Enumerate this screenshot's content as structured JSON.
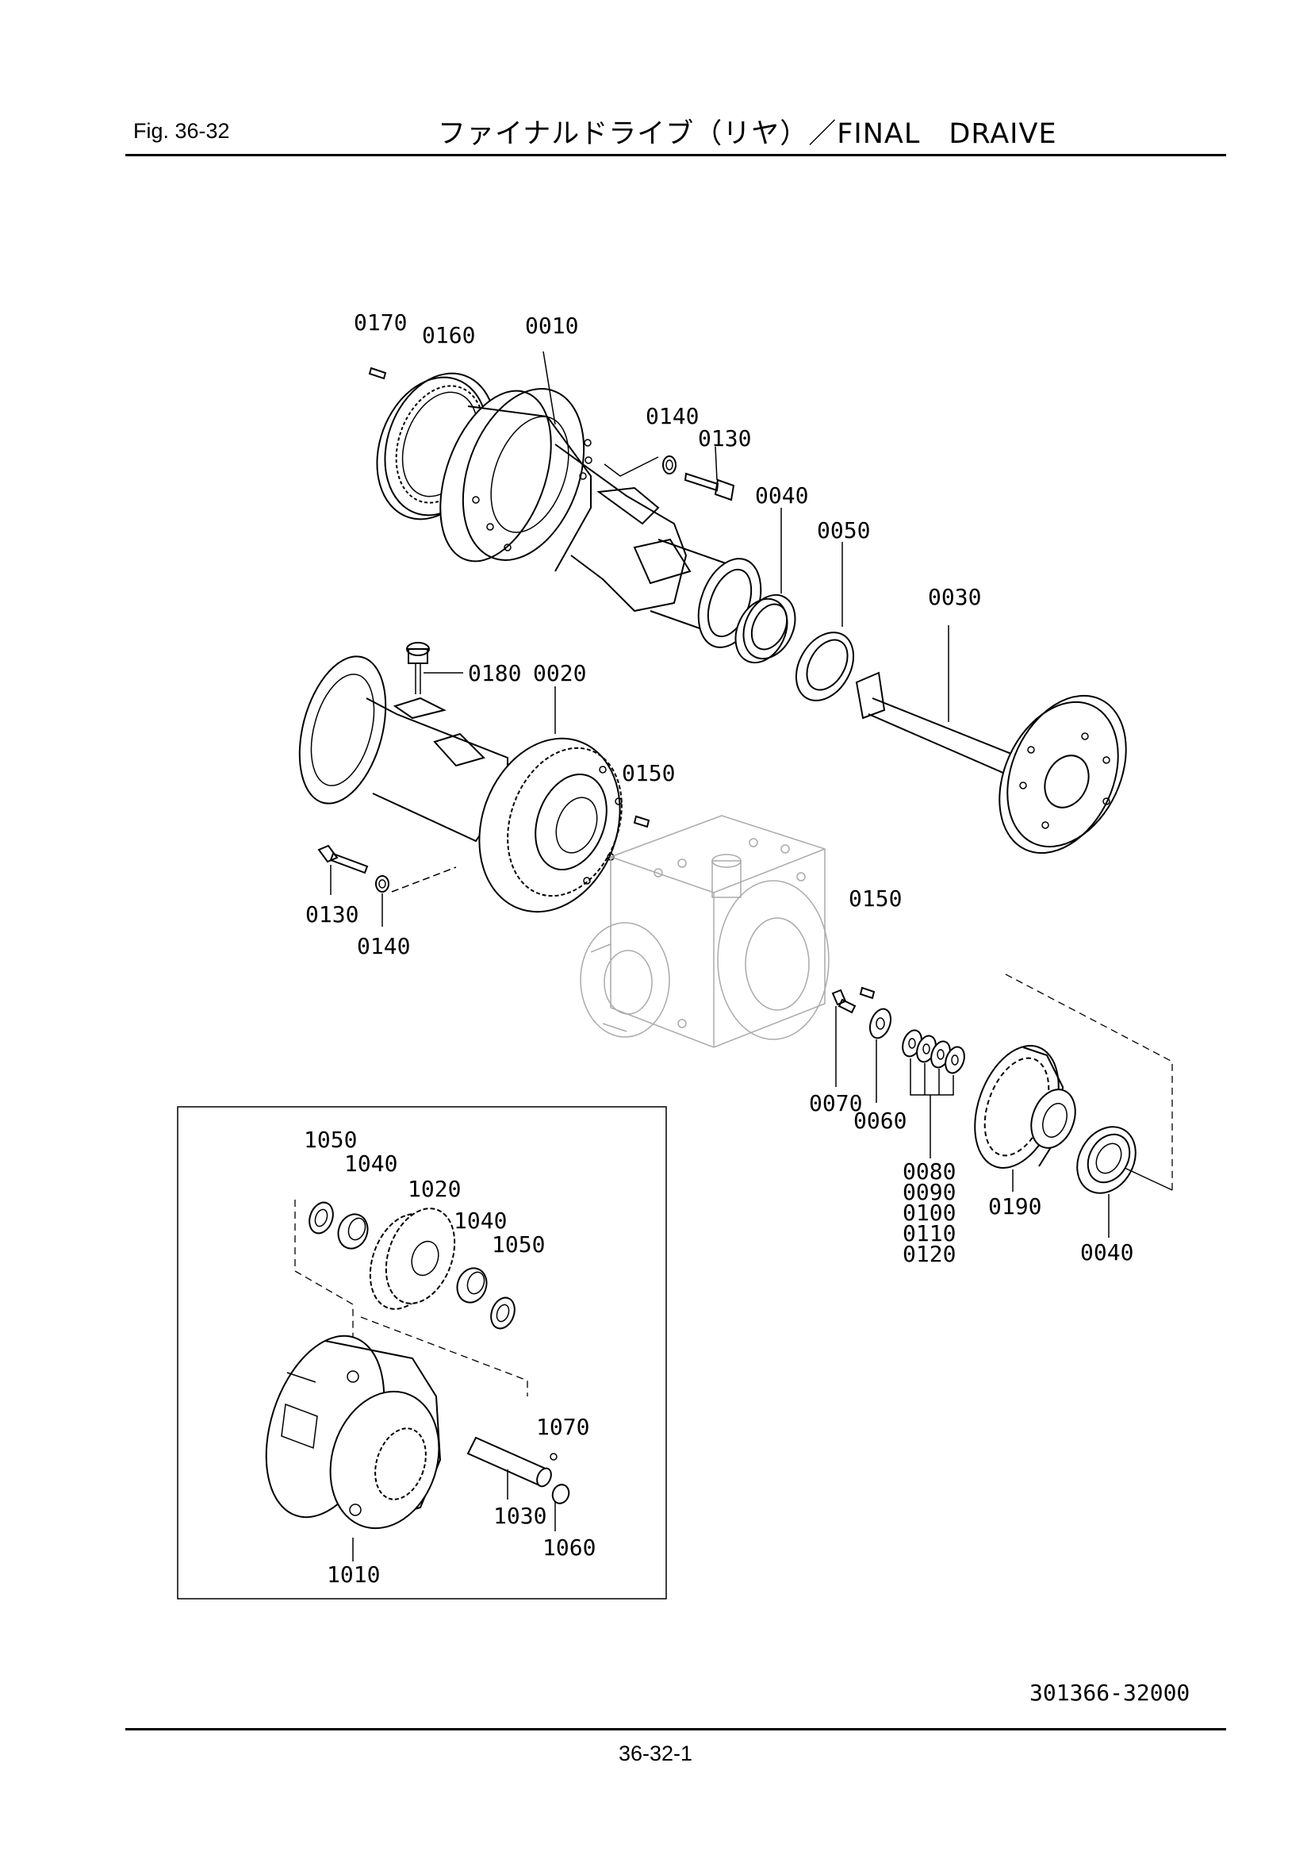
{
  "header": {
    "fig_label": "Fig.  36-32",
    "title": "ファイナルドライブ（リヤ）／FINAL　DRAIVE"
  },
  "footer": {
    "doc_number": "301366-32000",
    "page_number": "36-32-1"
  },
  "labels": {
    "p0170": "0170",
    "p0160": "0160",
    "p0010": "0010",
    "p0140a": "0140",
    "p0130a": "0130",
    "p0040a": "0040",
    "p0050": "0050",
    "p0030": "0030",
    "p0180": "0180",
    "p0020": "0020",
    "p0150a": "0150",
    "p0150b": "0150",
    "p0130b": "0130",
    "p0140b": "0140",
    "p0070": "0070",
    "p0060": "0060",
    "p0080": "0080",
    "p0090": "0090",
    "p0100": "0100",
    "p0110": "0110",
    "p0120": "0120",
    "p0190": "0190",
    "p0040b": "0040",
    "p1050a": "1050",
    "p1040a": "1040",
    "p1020": "1020",
    "p1040b": "1040",
    "p1050b": "1050",
    "p1070": "1070",
    "p1030": "1030",
    "p1060": "1060",
    "p1010": "1010"
  }
}
